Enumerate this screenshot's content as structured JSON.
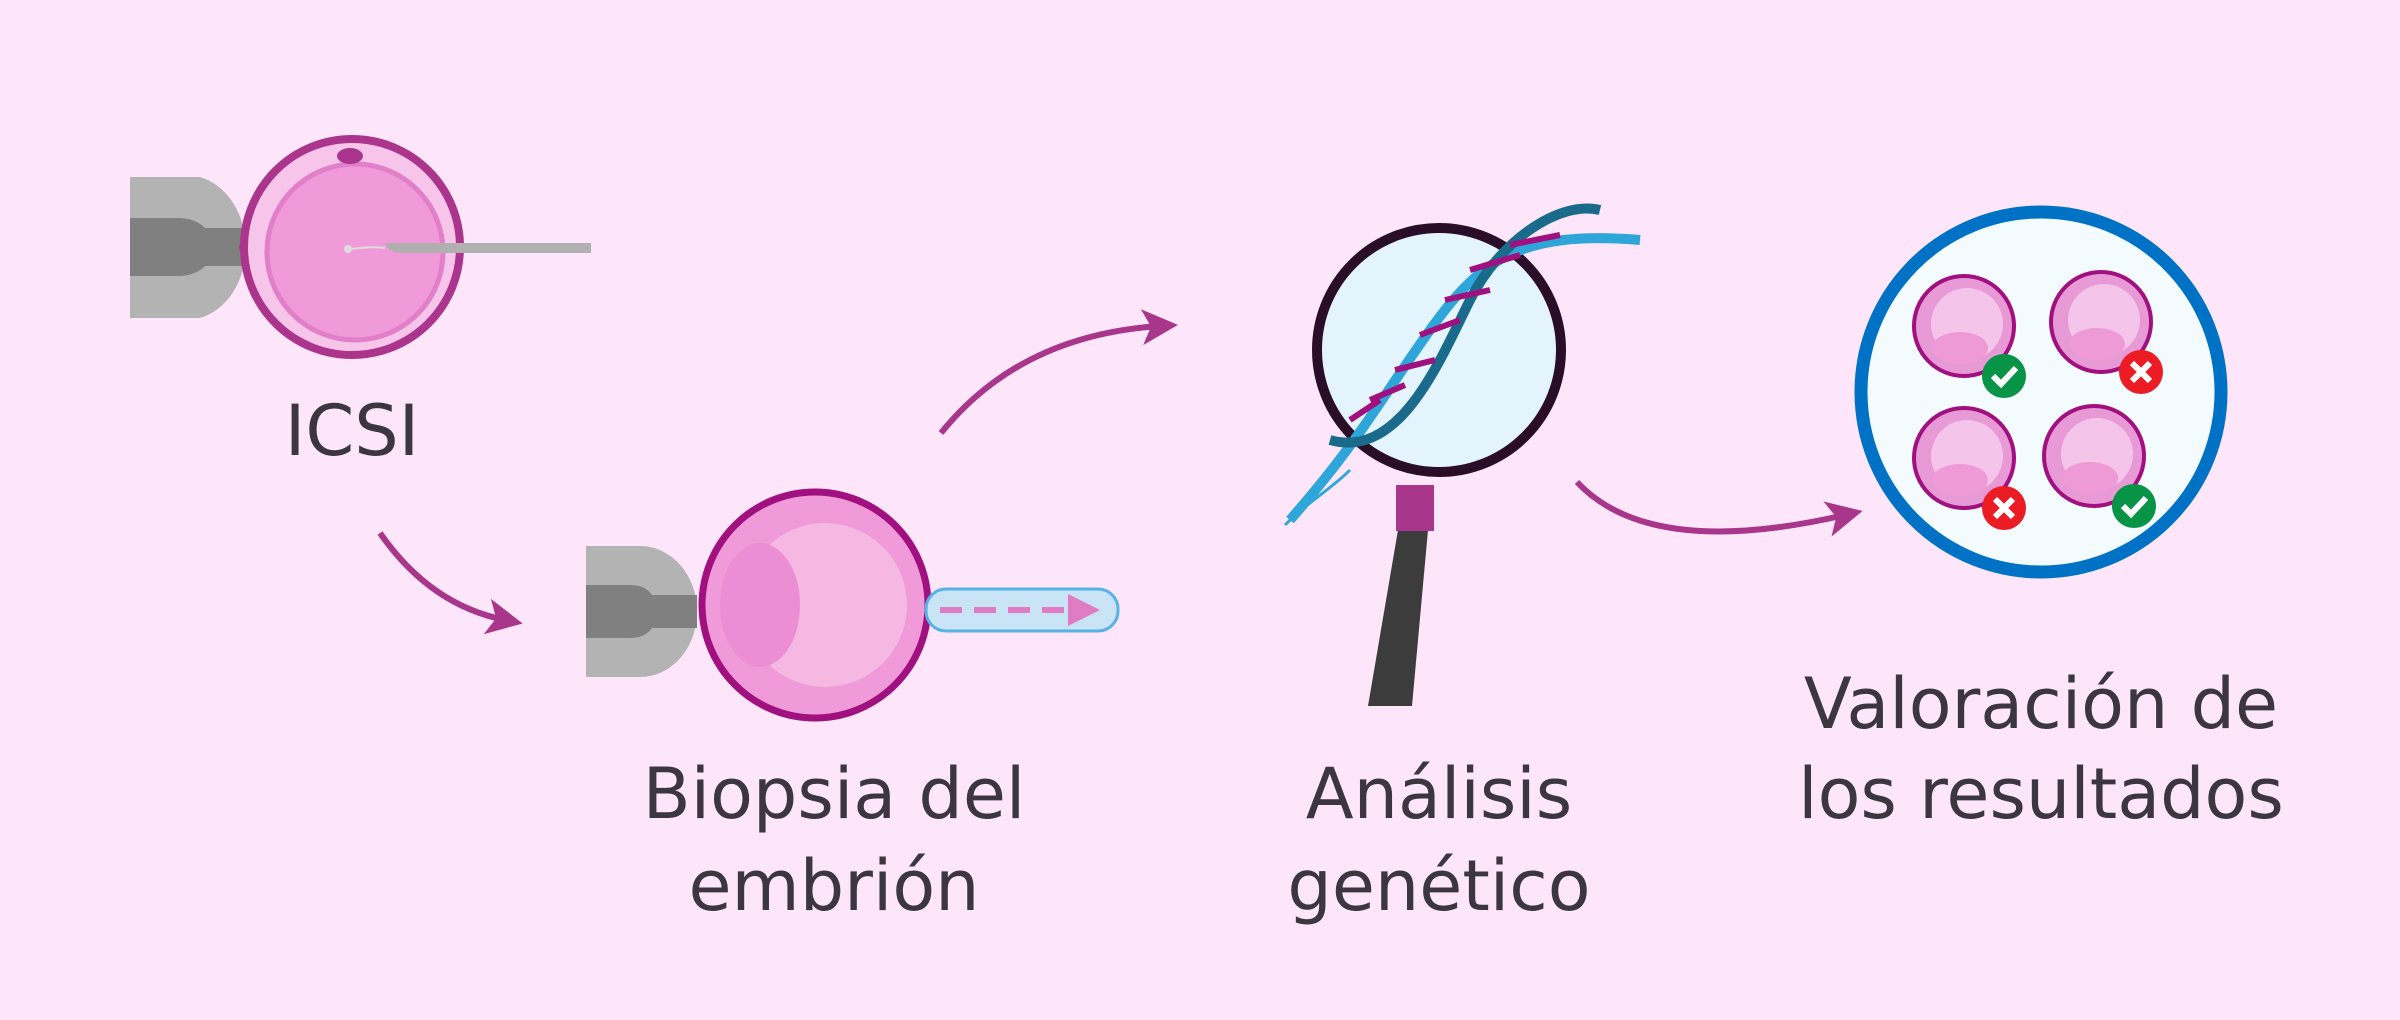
{
  "steps": [
    {
      "label_lines": [
        "ICSI"
      ]
    },
    {
      "label_lines": [
        "Biopsia del",
        "embrión"
      ]
    },
    {
      "label_lines": [
        "Análisis",
        "genético"
      ]
    },
    {
      "label_lines": [
        "Valoración de",
        "los resultados"
      ]
    }
  ],
  "results": [
    "valid",
    "invalid",
    "invalid",
    "valid"
  ],
  "colors": {
    "background": "#fde6f9",
    "arrow": "#a8368a",
    "ring": "#0072c6",
    "ok": "#079447",
    "fail": "#ec1c24",
    "membrane": "#a0107f"
  }
}
